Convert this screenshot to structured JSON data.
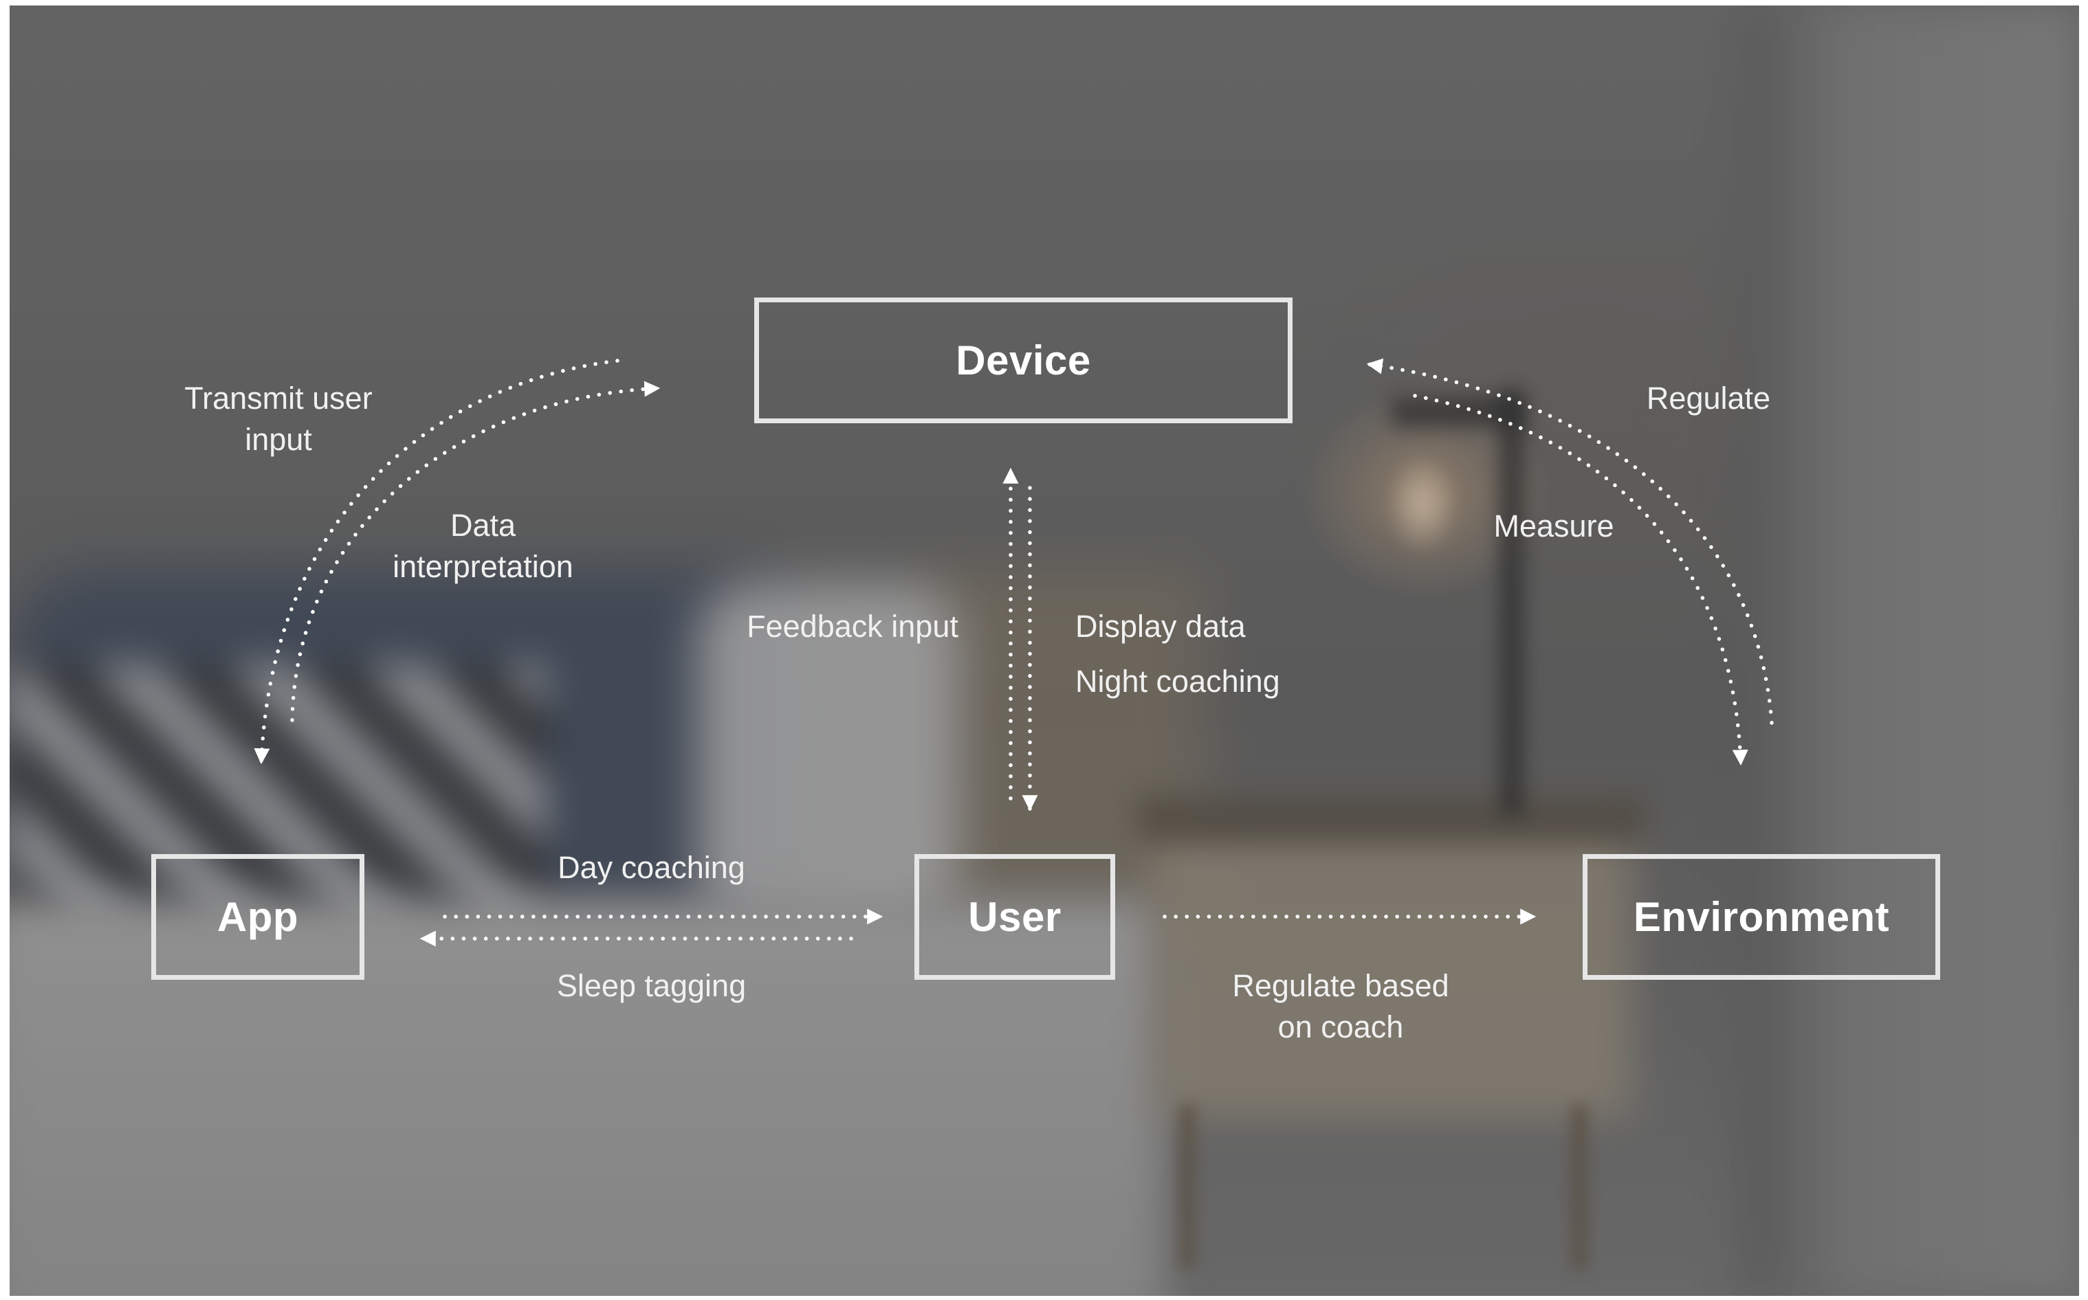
{
  "nodes": {
    "device": "Device",
    "app": "App",
    "user": "User",
    "environment": "Environment"
  },
  "labels": {
    "transmit_user_input": "Transmit user\ninput",
    "data_interpretation": "Data\ninterpretation",
    "feedback_input": "Feedback input",
    "display_data": "Display data",
    "night_coaching": "Night coaching",
    "regulate": "Regulate",
    "measure": "Measure",
    "day_coaching": "Day coaching",
    "sleep_tagging": "Sleep tagging",
    "regulate_based_on_coach": "Regulate based\non coach"
  },
  "colors": {
    "box_border": "#e6e6e6",
    "text": "#ffffff",
    "arrow": "#ffffff"
  }
}
